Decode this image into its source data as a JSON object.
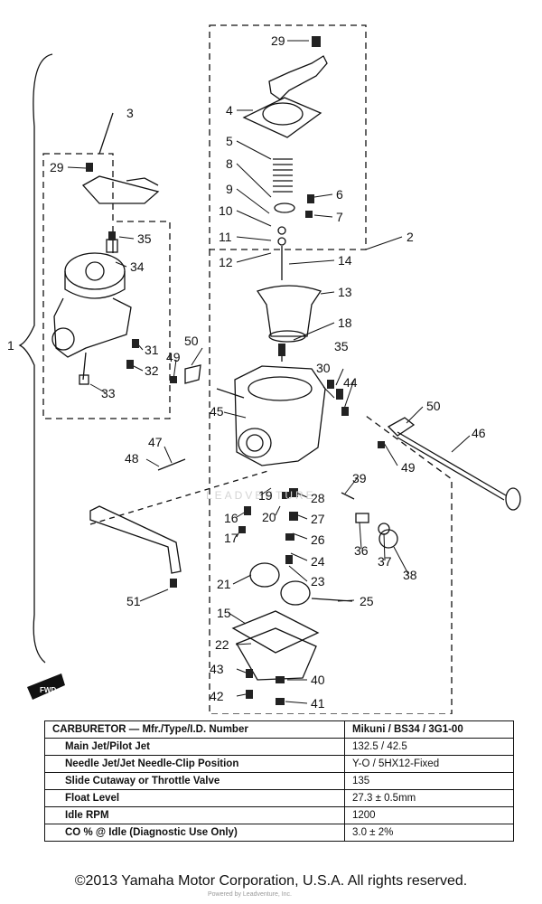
{
  "callouts": {
    "n1": "1",
    "n2": "2",
    "n3": "3",
    "n4": "4",
    "n5": "5",
    "n6": "6",
    "n7": "7",
    "n8": "8",
    "n9": "9",
    "n10": "10",
    "n11": "11",
    "n12": "12",
    "n13": "13",
    "n14": "14",
    "n15": "15",
    "n16": "16",
    "n17": "17",
    "n18": "18",
    "n19": "19",
    "n20": "20",
    "n21": "21",
    "n22": "22",
    "n23": "23",
    "n24": "24",
    "n25": "25",
    "n26": "26",
    "n27": "27",
    "n28": "28",
    "n29a": "29",
    "n29b": "29",
    "n30": "30",
    "n31": "31",
    "n32": "32",
    "n33": "33",
    "n34": "34",
    "n35a": "35",
    "n35b": "35",
    "n36": "36",
    "n37": "37",
    "n38": "38",
    "n39": "39",
    "n40": "40",
    "n41": "41",
    "n42": "42",
    "n43": "43",
    "n44": "44",
    "n45": "45",
    "n46": "46",
    "n47": "47",
    "n48": "48",
    "n49a": "49",
    "n49b": "49",
    "n50a": "50",
    "n50b": "50",
    "n51": "51"
  },
  "watermark": "LEADVENTURE",
  "front_tag": "FWD",
  "spec_table": {
    "header": {
      "label": "CARBURETOR — Mfr./Type/I.D. Number",
      "value": "Mikuni / BS34 / 3G1-00"
    },
    "rows": [
      {
        "label": "Main Jet/Pilot Jet",
        "value": "132.5 / 42.5"
      },
      {
        "label": "Needle Jet/Jet Needle-Clip Position",
        "value": "Y-O / 5HX12-Fixed"
      },
      {
        "label": "Slide Cutaway or Throttle Valve",
        "value": "135"
      },
      {
        "label": "Float Level",
        "value": "27.3 ± 0.5mm"
      },
      {
        "label": "Idle RPM",
        "value": "1200"
      },
      {
        "label": "CO % @ Idle (Diagnostic Use Only)",
        "value": "3.0 ± 2%"
      }
    ]
  },
  "copyright": "©2013 Yamaha Motor Corporation, U.S.A. All rights reserved.",
  "credit": "Powered by Leadventure, Inc."
}
